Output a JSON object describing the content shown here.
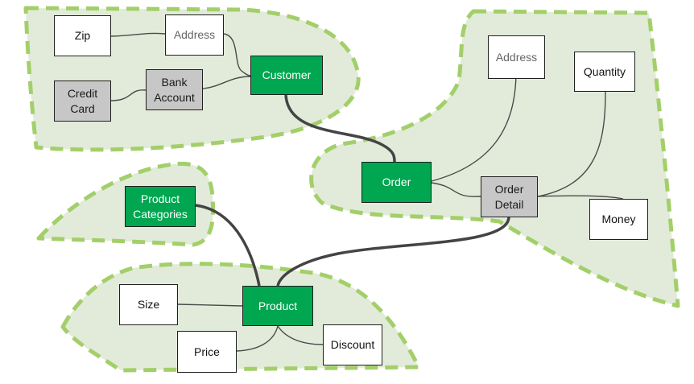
{
  "colors": {
    "entity_fill": "#00a650",
    "composite_fill": "#c7c7c7",
    "attribute_fill": "#ffffff",
    "region_fill": "#e2ebd9",
    "region_border": "#a3cf6a",
    "connector": "#444444"
  },
  "nodes": {
    "zip": "Zip",
    "customer_address": "Address",
    "customer": "Customer",
    "credit_card": "Credit\nCard",
    "bank_account": "Bank\nAccount",
    "order_address": "Address",
    "quantity": "Quantity",
    "order": "Order",
    "order_detail": "Order\nDetail",
    "money": "Money",
    "product_categories": "Product\nCategories",
    "product": "Product",
    "size": "Size",
    "price": "Price",
    "discount": "Discount"
  }
}
